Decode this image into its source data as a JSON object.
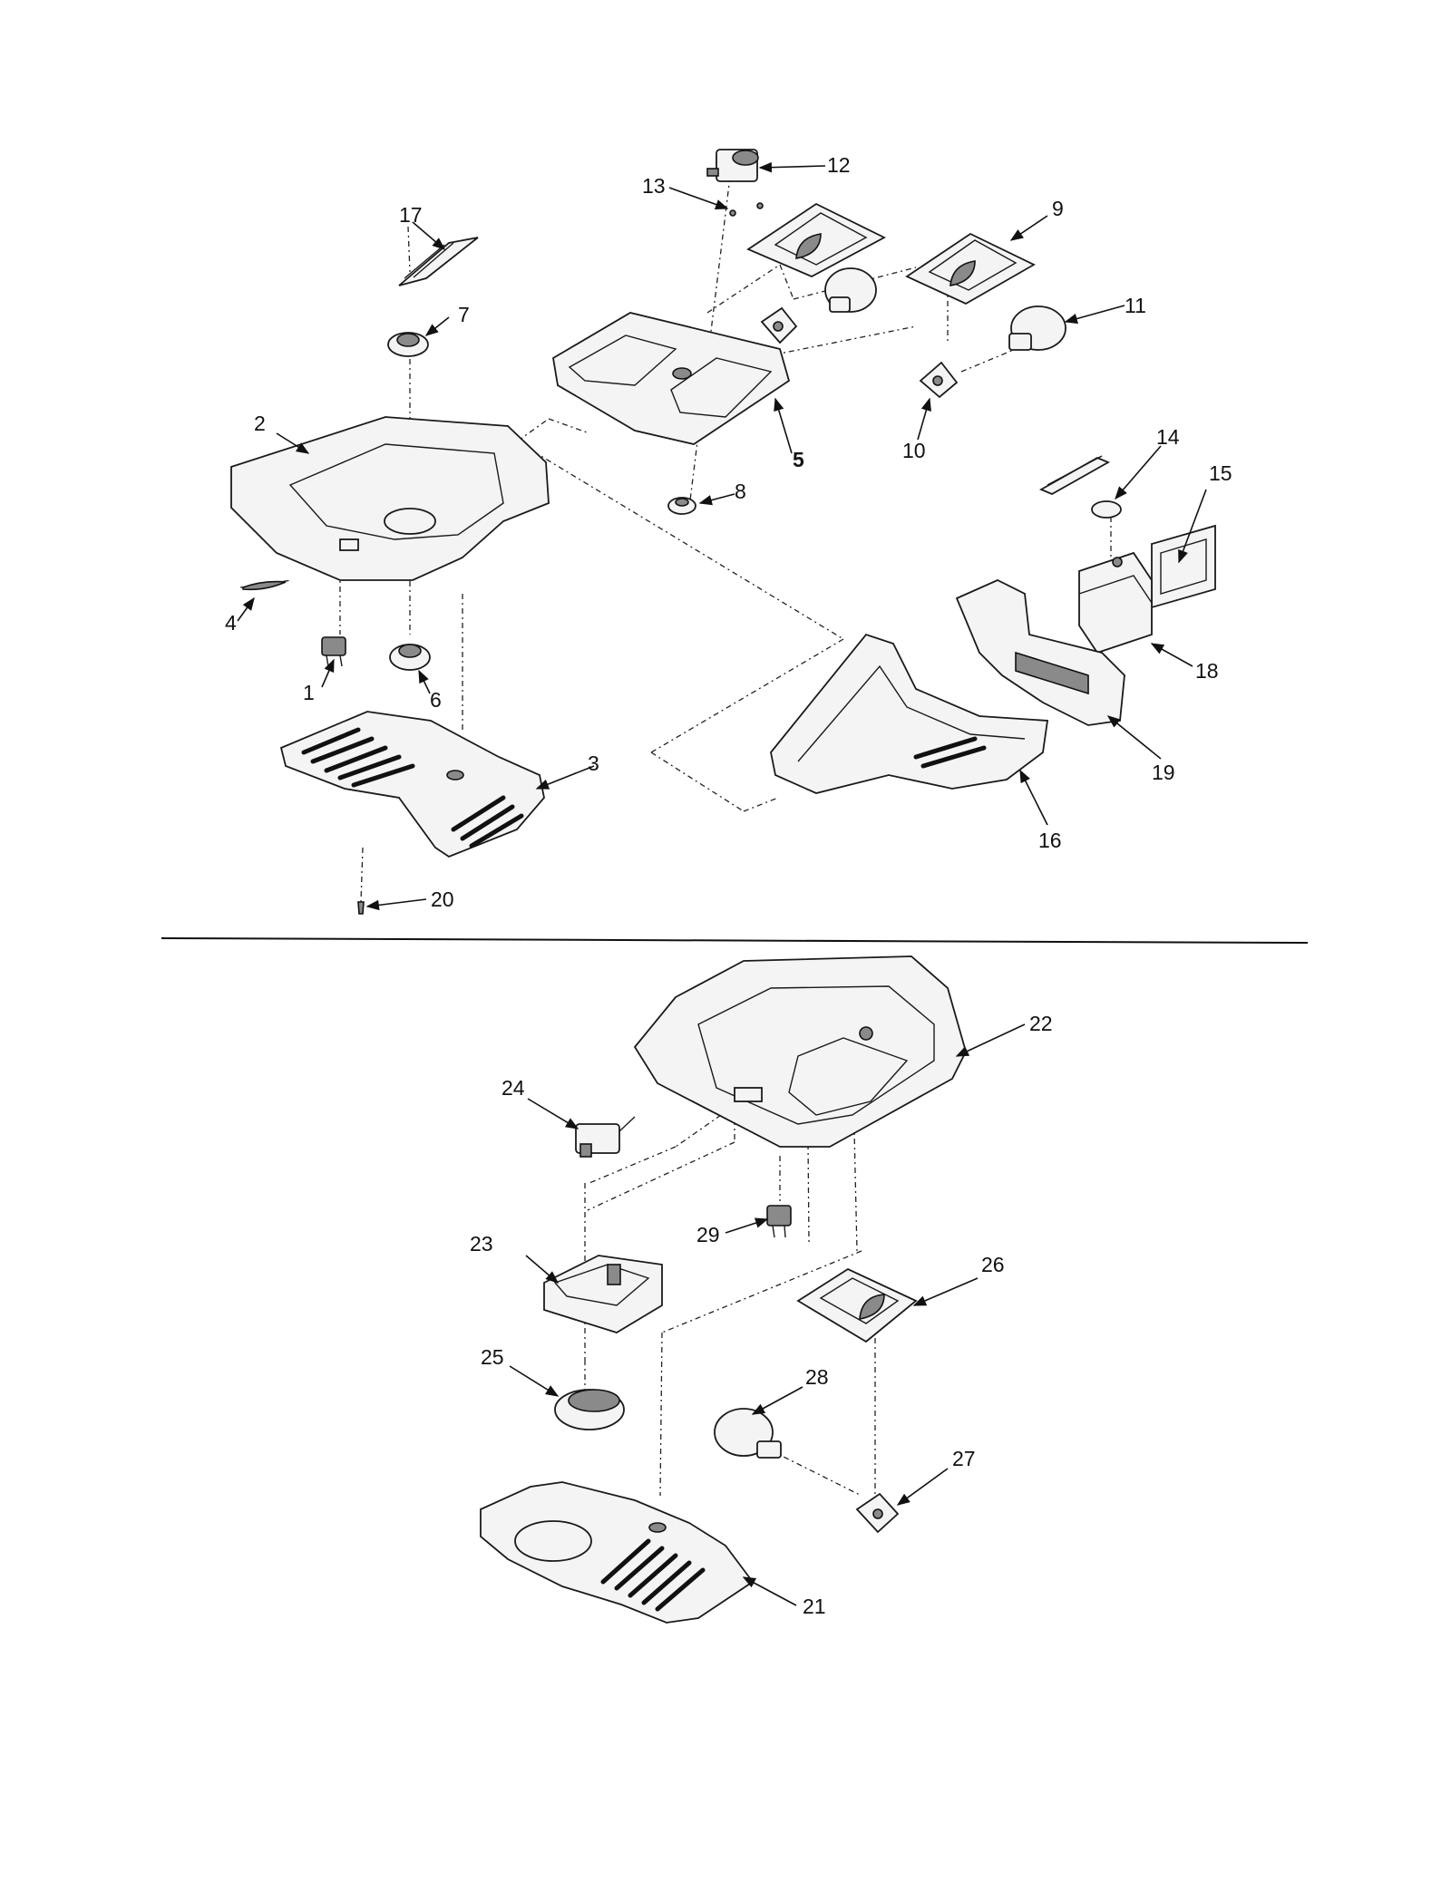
{
  "labels": {
    "p1": "1",
    "p2": "2",
    "p3": "3",
    "p4": "4",
    "p5": "5",
    "p6": "6",
    "p7": "7",
    "p8": "8",
    "p9": "9",
    "p10": "10",
    "p11": "11",
    "p12": "12",
    "p13": "13",
    "p14": "14",
    "p15": "15",
    "p16": "16",
    "p17": "17",
    "p18": "18",
    "p19": "19",
    "p20": "20",
    "p21": "21",
    "p22": "22",
    "p23": "23",
    "p24": "24",
    "p25": "25",
    "p26": "26",
    "p27": "27",
    "p28": "28",
    "p29": "29"
  }
}
